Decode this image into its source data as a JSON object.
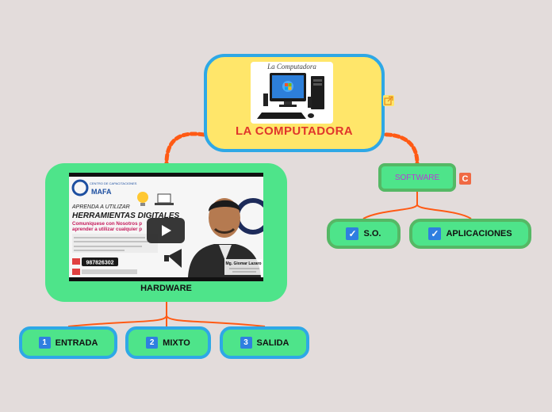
{
  "central": {
    "title": "LA COMPUTADORA",
    "image_caption": "La Computadora"
  },
  "hardware": {
    "label": "HARDWARE",
    "video": {
      "brand": "MAFA",
      "brand_sub": "CENTRO DE CAPACITACIONES",
      "line1": "APRENDA A UTILIZAR",
      "line2": "HERRAMIENTAS DIGITALES",
      "line3": "Comuníquese con Nosotros p",
      "line4": "aprender a utilizar cualquier p",
      "phone": "987826302",
      "presenter": "Mg. Giomar Lazaro"
    },
    "children": [
      {
        "num": "1",
        "label": "ENTRADA"
      },
      {
        "num": "2",
        "label": "MIXTO"
      },
      {
        "num": "3",
        "label": "SALIDA"
      }
    ]
  },
  "software": {
    "label": "SOFTWARE",
    "children": [
      {
        "label": "S.O."
      },
      {
        "label": "APLICACIONES"
      }
    ]
  },
  "colors": {
    "background": "#e3dcdb",
    "central_fill": "#ffe66a",
    "central_border": "#2ea8e6",
    "node_fill": "#4ee48a",
    "connector": "#ff5a14",
    "title_red": "#e0352b",
    "software_text": "#b73ad7"
  }
}
